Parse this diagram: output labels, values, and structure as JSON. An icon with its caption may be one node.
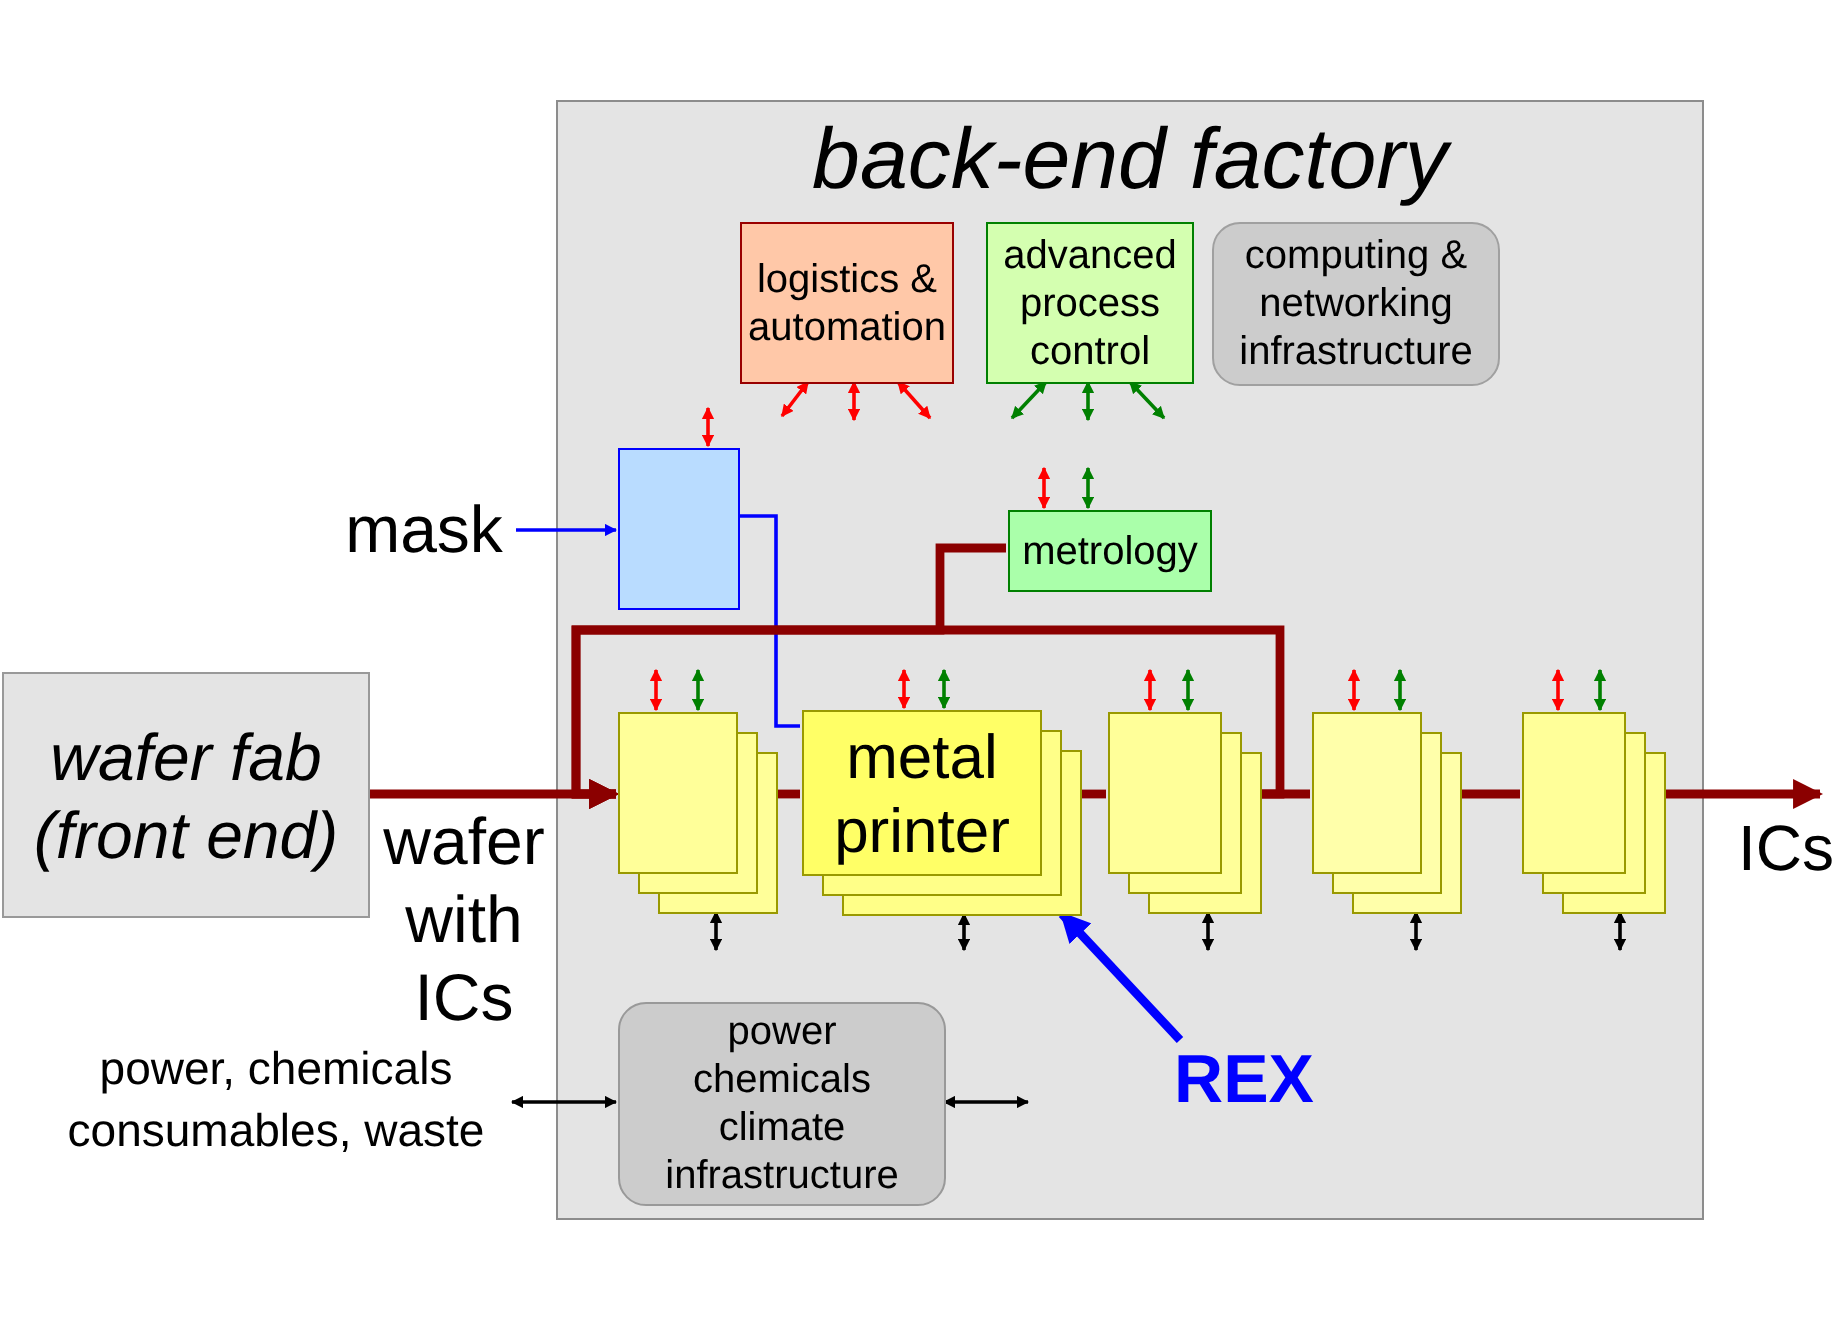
{
  "diagram": {
    "nodes": [
      {
        "text": [
          "back-end factory"
        ]
      },
      {
        "text": [
          "logistics & automation"
        ],
        "in": 0
      },
      {
        "text": [
          "advanced process control"
        ],
        "in": 0
      },
      {
        "text": [
          "computing & networking infrastructure"
        ],
        "in": 0
      },
      {
        "text": [
          "mask"
        ]
      },
      {
        "text": [],
        "shape": "box",
        "in": 0
      },
      {
        "text": [
          "metrology"
        ],
        "in": 0
      },
      {
        "text": [
          "wafer fab (front end)"
        ]
      },
      {
        "text": [],
        "shape": "box",
        "in": 0
      },
      {
        "text": [
          "metal printer"
        ],
        "in": 0
      },
      {
        "text": [],
        "shape": "box",
        "in": 0
      },
      {
        "text": [],
        "shape": "box",
        "in": 0
      },
      {
        "text": [],
        "shape": "box",
        "in": 0
      },
      {
        "text": [
          "power, chemicals consumables, waste"
        ]
      },
      {
        "text": [
          "power chemicals climate infrastructure"
        ],
        "in": 0
      },
      {
        "text": [
          "REX"
        ],
        "in": 0
      }
    ],
    "edges": [
      {
        "from": 4,
        "to": 5,
        "arrow": "to",
        "color": "#0000ff"
      },
      {
        "from": 5,
        "to": 9,
        "arrow": "none",
        "color": "#0000ff"
      },
      {
        "from": 6,
        "to": 8,
        "arrow": "to",
        "style": "thick",
        "color": "#8b0000"
      },
      {
        "from": 10,
        "to": 8,
        "arrow": "to",
        "style": "thick",
        "color": "#8b0000"
      },
      {
        "from": 7,
        "to": 8,
        "arrow": "to",
        "label": "wafer with ICs",
        "style": "thick",
        "color": "#8b0000"
      },
      {
        "from": 8,
        "to": 9,
        "arrow": "none",
        "style": "thick",
        "color": "#8b0000"
      },
      {
        "from": 9,
        "to": 10,
        "arrow": "none",
        "style": "thick",
        "color": "#8b0000"
      },
      {
        "from": 10,
        "to": 11,
        "arrow": "none",
        "style": "thick",
        "color": "#8b0000"
      },
      {
        "from": 11,
        "to": 12,
        "arrow": "none",
        "style": "thick",
        "color": "#8b0000"
      },
      {
        "from": 12,
        "to": null,
        "arrow": "to",
        "label": "ICs",
        "style": "thick",
        "color": "#8b0000"
      },
      {
        "from": 13,
        "to": 14,
        "arrow": "both",
        "color": "#000000"
      },
      {
        "from": 14,
        "to": null,
        "arrow": "both",
        "color": "#000000"
      },
      {
        "from": 15,
        "to": 9,
        "arrow": "to",
        "style": "thick",
        "color": "#0000ff"
      },
      {
        "from": 1,
        "to": null,
        "arrow": "both"
      },
      {
        "from": 1,
        "to": null,
        "arrow": "both"
      },
      {
        "from": 1,
        "to": null,
        "arrow": "both"
      },
      {
        "from": 2,
        "to": null,
        "arrow": "both",
        "color": "#008000"
      },
      {
        "from": 2,
        "to": null,
        "arrow": "both",
        "color": "#008000"
      },
      {
        "from": 2,
        "to": null,
        "arrow": "both",
        "color": "#008000"
      },
      {
        "from": null,
        "to": 5,
        "arrow": "both"
      },
      {
        "from": null,
        "to": 6,
        "arrow": "both"
      },
      {
        "from": null,
        "to": 6,
        "arrow": "both",
        "color": "#008000"
      },
      {
        "from": null,
        "to": 8,
        "arrow": "both"
      },
      {
        "from": null,
        "to": 8,
        "arrow": "both",
        "color": "#008000"
      },
      {
        "from": 8,
        "to": null,
        "arrow": "both",
        "color": "#000000"
      },
      {
        "from": null,
        "to": 9,
        "arrow": "both"
      },
      {
        "from": null,
        "to": 9,
        "arrow": "both",
        "color": "#008000"
      },
      {
        "from": 9,
        "to": null,
        "arrow": "both",
        "color": "#000000"
      },
      {
        "from": null,
        "to": 10,
        "arrow": "both"
      },
      {
        "from": null,
        "to": 10,
        "arrow": "both",
        "color": "#008000"
      },
      {
        "from": 10,
        "to": null,
        "arrow": "both",
        "color": "#000000"
      },
      {
        "from": null,
        "to": 11,
        "arrow": "both"
      },
      {
        "from": null,
        "to": 11,
        "arrow": "both",
        "color": "#008000"
      },
      {
        "from": 11,
        "to": null,
        "arrow": "both",
        "color": "#000000"
      },
      {
        "from": null,
        "to": 12,
        "arrow": "both"
      },
      {
        "from": null,
        "to": 12,
        "arrow": "both",
        "color": "#008000"
      },
      {
        "from": 12,
        "to": null,
        "arrow": "both",
        "color": "#000000"
      }
    ]
  }
}
